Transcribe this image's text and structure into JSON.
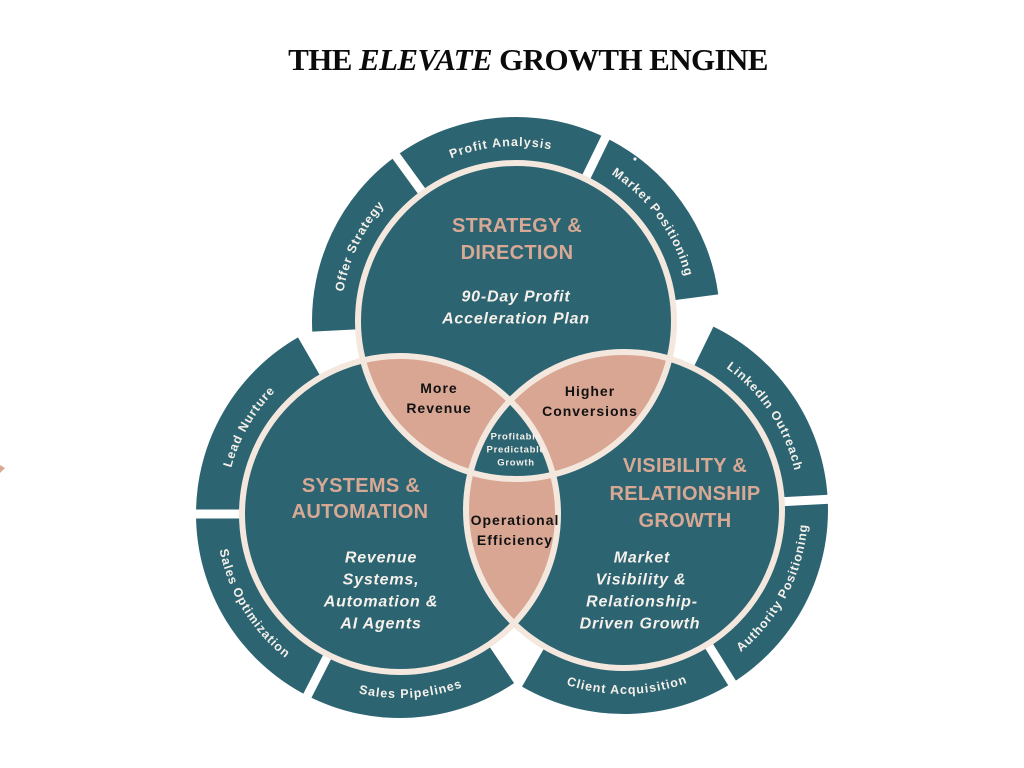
{
  "title": {
    "prefix": "THE",
    "emphasis": "ELEVATE",
    "suffix": "GROWTH ENGINE"
  },
  "circles": {
    "strategy": {
      "title_lines": [
        "STRATEGY &",
        "DIRECTION"
      ],
      "subtitle_lines": [
        "90-Day Profit",
        "Acceleration Plan"
      ],
      "bands": [
        "Offer Strategy",
        "Profit Analysis",
        "Market Positioning"
      ]
    },
    "systems": {
      "title_lines": [
        "SYSTEMS &",
        "AUTOMATION"
      ],
      "subtitle_lines": [
        "Revenue",
        "Systems,",
        "Automation &",
        "AI Agents"
      ],
      "bands": [
        "Lead Nurture",
        "Sales Optimization",
        "Sales Pipelines"
      ]
    },
    "visibility": {
      "title_lines": [
        "VISIBILITY &",
        "RELATIONSHIP",
        "GROWTH"
      ],
      "subtitle_lines": [
        "Market",
        "Visibility &",
        "Relationship-",
        "Driven Growth"
      ],
      "bands": [
        "LinkedIn Outreach",
        "Authority Positioning",
        "Client Acquisition"
      ]
    }
  },
  "overlaps": {
    "strategy_systems": [
      "More",
      "Revenue"
    ],
    "strategy_visibility": [
      "Higher",
      "Conversions"
    ],
    "systems_visibility": [
      "Operational",
      "Efficiency"
    ],
    "center": [
      "Profitable",
      "Predictable",
      "Growth"
    ]
  },
  "colors": {
    "teal": "#2c6472",
    "cream": "#f4e8de",
    "salmon": "#d8a693",
    "tan": "#d7a995",
    "light": "#f5f0ea",
    "dark": "#111111",
    "background": "#ffffff"
  }
}
